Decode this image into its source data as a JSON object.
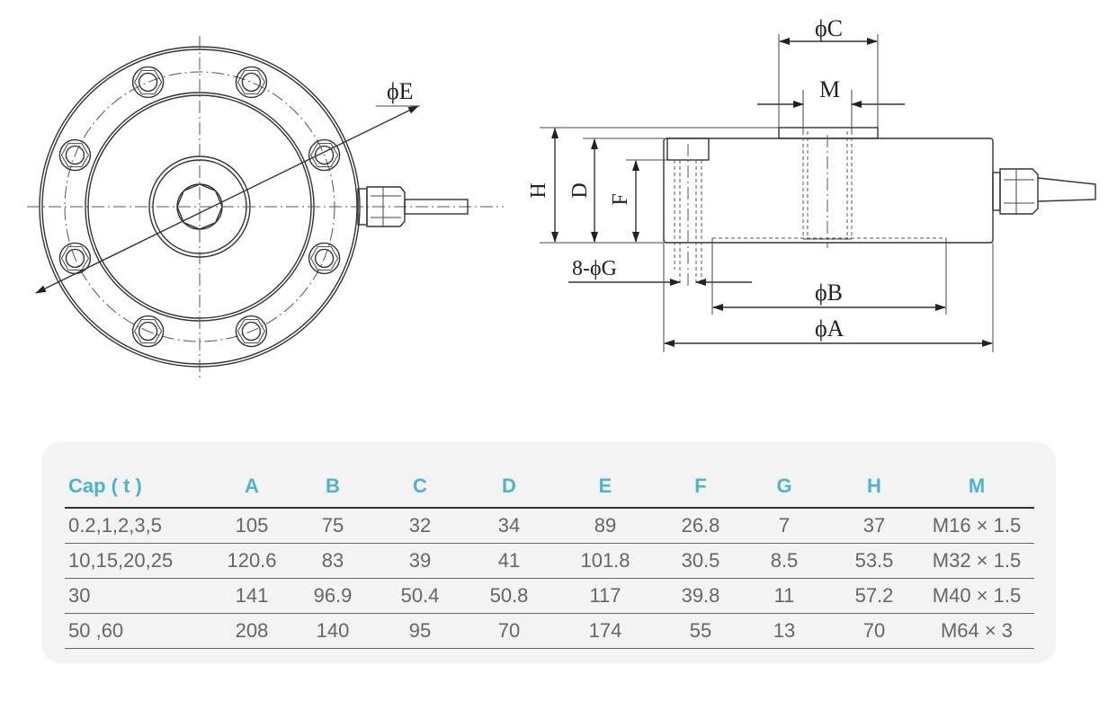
{
  "drawing": {
    "labels": {
      "dia_e": "ϕE",
      "dia_c": "ϕC",
      "m": "M",
      "h": "H",
      "d": "D",
      "f": "F",
      "holes": "8-ϕG",
      "dia_b": "ϕB",
      "dia_a": "ϕA"
    }
  },
  "table": {
    "headers": [
      "Cap ( t )",
      "A",
      "B",
      "C",
      "D",
      "E",
      "F",
      "G",
      "H",
      "M"
    ],
    "rows": [
      [
        "0.2,1,2,3,5",
        "105",
        "75",
        "32",
        "34",
        "89",
        "26.8",
        "7",
        "37",
        "M16 × 1.5"
      ],
      [
        "10,15,20,25",
        "120.6",
        "83",
        "39",
        "41",
        "101.8",
        "30.5",
        "8.5",
        "53.5",
        "M32 × 1.5"
      ],
      [
        "30",
        "141",
        "96.9",
        "50.4",
        "50.8",
        "117",
        "39.8",
        "11",
        "57.2",
        "M40 × 1.5"
      ],
      [
        "50 ,60",
        "208",
        "140",
        "95",
        "70",
        "174",
        "55",
        "13",
        "70",
        "M64 × 3"
      ]
    ]
  },
  "colors": {
    "header_text": "#4fb3cf",
    "body_text": "#666666",
    "panel_bg": "#f3f3f3"
  }
}
